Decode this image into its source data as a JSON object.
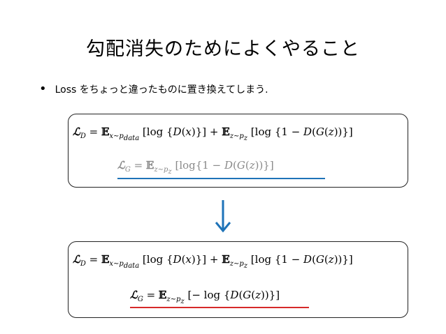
{
  "slide": {
    "title": "勾配消失のためによくやること",
    "bullet": "Loss をちょっと違ったものに置き換えてしまう.",
    "colors": {
      "blue_underline": "#1e73b8",
      "red_underline": "#d62a2a",
      "arrow": "#1e73b8"
    }
  },
  "box_original": {
    "loss_d": "ℒ_D = 𝔼_{x∼p_data} [log {D(x)}] + 𝔼_{z∼p_z} [log {1 − D(G(z))}]",
    "loss_g": "ℒ_G = 𝔼_{z∼p_z} [log{1 − D(G(z))}]"
  },
  "box_replaced": {
    "loss_d": "ℒ_D = 𝔼_{x∼p_data} [log {D(x)}] + 𝔼_{z∼p_z} [log {1 − D(G(z))}]",
    "loss_g": "ℒ_G = 𝔼_{z∼p_z} [− log {D(G(z))}]"
  },
  "icons": {
    "arrow": "arrow-down-icon"
  }
}
